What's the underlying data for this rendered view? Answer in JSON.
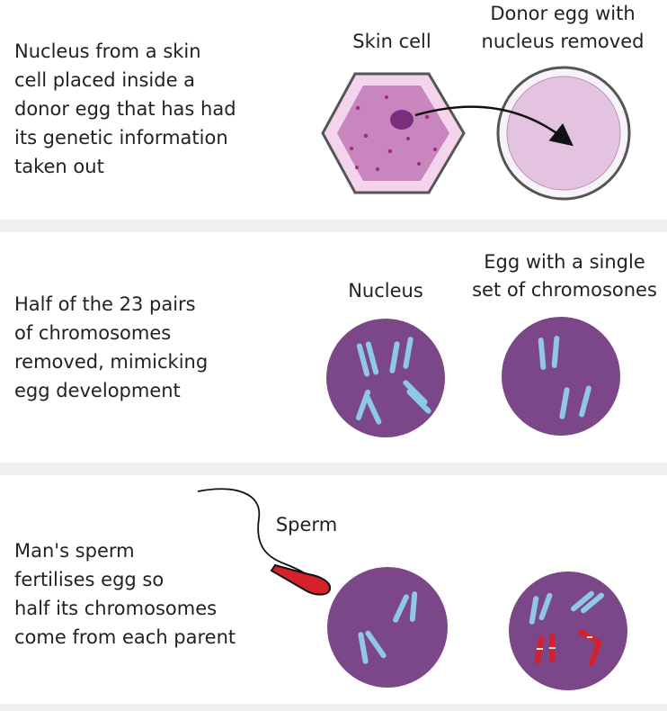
{
  "steps": [
    {
      "text": "Nucleus from a skin\ncell placed inside a\ndonor egg that has had\nits genetic information\ntaken out",
      "captions": {
        "left": "Skin cell",
        "right": "Donor egg with\nnucleus removed"
      }
    },
    {
      "text": "Half of the 23 pairs\nof chromosomes\nremoved, mimicking\negg development",
      "captions": {
        "left": "Nucleus",
        "right": "Egg with a single\nset of chromosones"
      }
    },
    {
      "text": "Man's sperm\nfertilises egg so\nhalf its chromosomes\ncome from each parent",
      "captions": {
        "sperm": "Sperm"
      }
    }
  ],
  "colors": {
    "divider": "#efefef",
    "skin_cell_outer": "#f3d4ec",
    "skin_cell_inner": "#c985bd",
    "egg_outer": "#f8f3f8",
    "egg_inner": "#e4c3e1",
    "nucleus_purple": "#7b4788",
    "chromosome_blue": "#8fc7e8",
    "chromosome_red": "#d6202a"
  }
}
